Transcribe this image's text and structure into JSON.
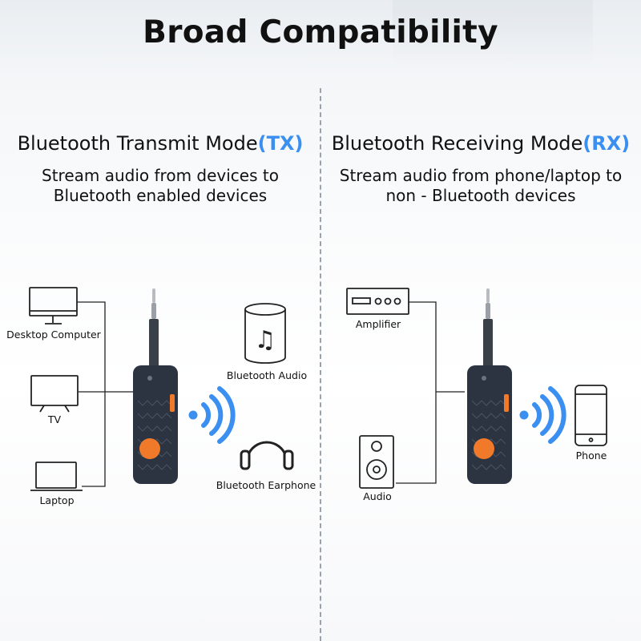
{
  "title": "Broad Compatibility",
  "tx": {
    "mode_prefix": "Bluetooth Transmit Mode",
    "mode_suffix": "(TX)",
    "desc_line1": "Stream audio from devices to",
    "desc_line2": "Bluetooth enabled devices",
    "inputs": [
      "Desktop Computer",
      "TV",
      "Laptop"
    ],
    "outputs": [
      "Bluetooth Audio",
      "Bluetooth Earphone"
    ]
  },
  "rx": {
    "mode_prefix": "Bluetooth Receiving Mode",
    "mode_suffix": "(RX)",
    "desc_line1": "Stream audio from phone/laptop to",
    "desc_line2": "non - Bluetooth devices",
    "outputs": [
      "Amplifier",
      "Audio"
    ],
    "inputs": [
      "Phone"
    ]
  },
  "colors": {
    "accent": "#3a8ff0",
    "device_body": "#2b3440",
    "device_button": "#f07a2a"
  }
}
